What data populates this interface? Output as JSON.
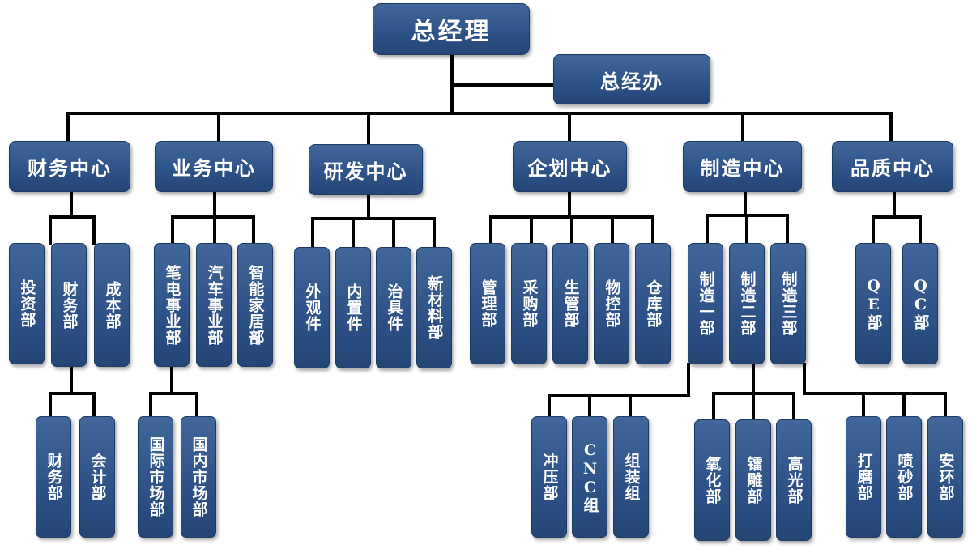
{
  "ceo": "总经理",
  "office": "总经办",
  "centers": {
    "finance": "财务中心",
    "business": "业务中心",
    "rnd": "研发中心",
    "planning": "企划中心",
    "manufacturing": "制造中心",
    "quality": "品质中心"
  },
  "departments": {
    "investment": "投资部",
    "finance_dept": "财务部",
    "cost": "成本部",
    "pen_unit": "笔电事业部",
    "auto_unit": "汽车事业部",
    "smart_home_unit": "智能家居部",
    "appearance": "外观件",
    "interior": "内置件",
    "fixture": "治具件",
    "new_material": "新材料部",
    "management": "管理部",
    "purchasing": "采购部",
    "production_mgmt": "生管部",
    "material_control": "物控部",
    "warehouse": "仓库部",
    "mfg_1": "制造一部",
    "mfg_2": "制造二部",
    "mfg_3": "制造三部",
    "qe": "QE部",
    "qc": "QC部"
  },
  "subunits": {
    "finance_sub": "财务部",
    "accounting": "会计部",
    "intl_market": "国际市场部",
    "domestic_market": "国内市场部",
    "stamping": "冲压部",
    "cnc": "CNC组",
    "assembly": "组装组",
    "oxidation": "氧化部",
    "engraving": "镭雕部",
    "polishing": "高光部",
    "grinding": "打磨部",
    "sandblasting": "喷砂部",
    "safety_env": "安环部"
  }
}
